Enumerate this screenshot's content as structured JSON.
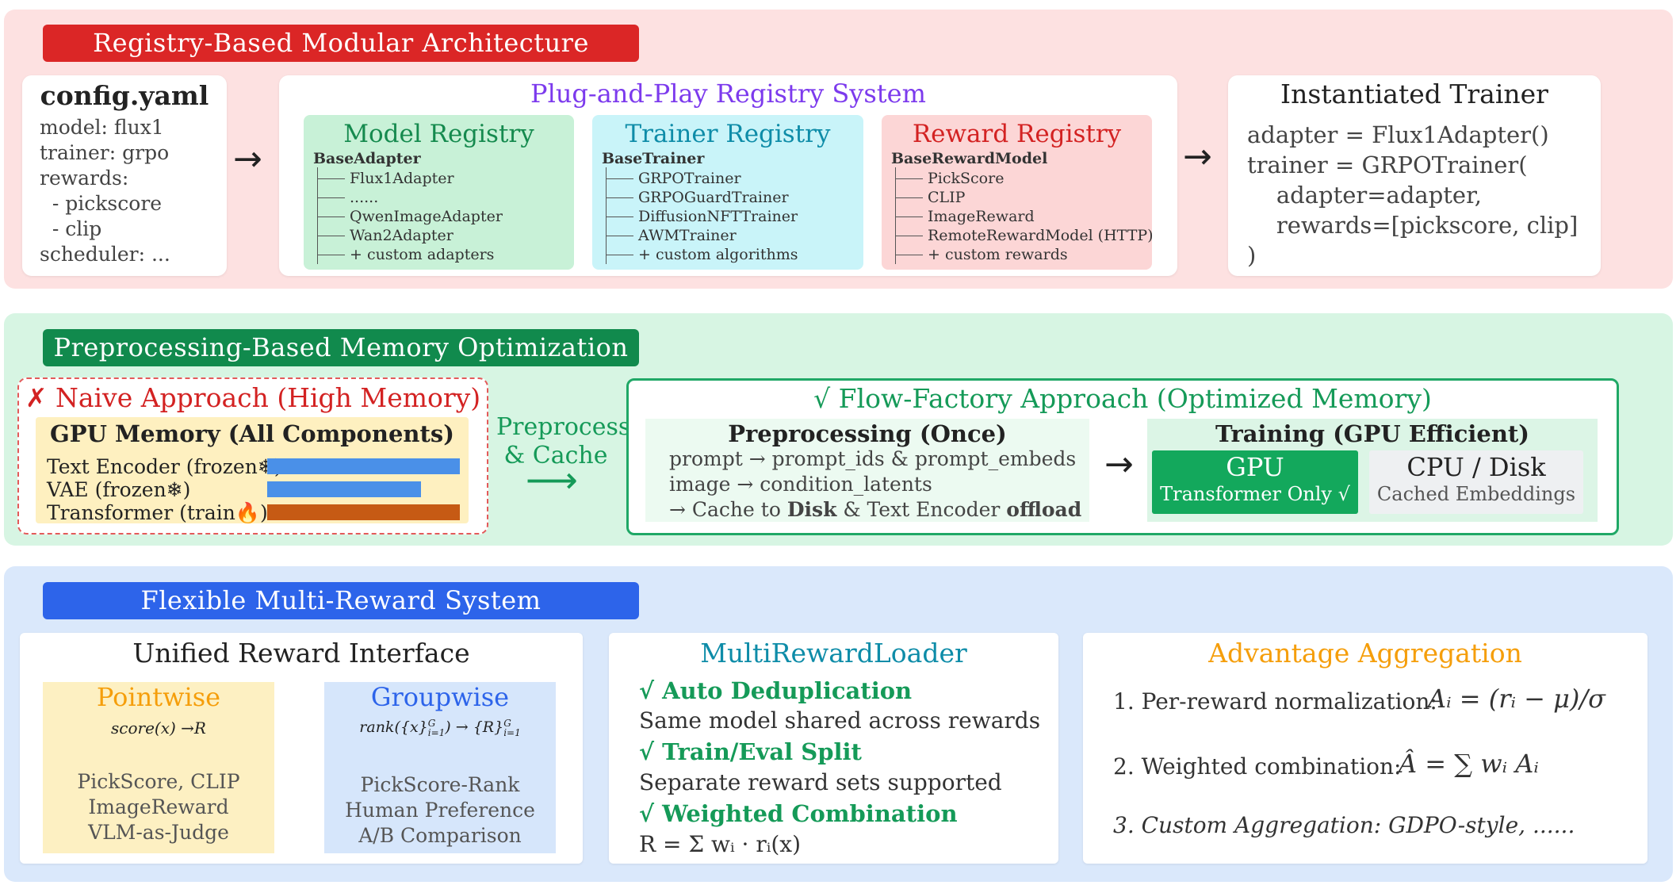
{
  "colors": {
    "red_band": "#fde1e1",
    "green_band": "#d7f5e3",
    "blue_band": "#dae8fb",
    "section_red": "#db2626",
    "section_green": "#118a4d",
    "section_blue": "#2d64ea",
    "purple": "#7c3aed",
    "teal": "#0e8ca8",
    "orange": "#f59e0b",
    "green_text": "#159a58",
    "red_text": "#d32222"
  },
  "section1": {
    "title": "Registry-Based Modular Architecture",
    "config": {
      "title": "config.yaml",
      "lines": [
        "model: flux1",
        "trainer: grpo",
        "rewards:",
        "  - pickscore",
        "  - clip",
        "scheduler: ..."
      ]
    },
    "arrow1": "→",
    "registry_system": {
      "title": "Plug-and-Play Registry System",
      "model": {
        "title": "Model Registry",
        "root": "BaseAdapter",
        "items": [
          "Flux1Adapter",
          "......",
          "QwenImageAdapter",
          "Wan2Adapter",
          "+ custom adapters"
        ]
      },
      "trainer": {
        "title": "Trainer Registry",
        "root": "BaseTrainer",
        "items": [
          "GRPOTrainer",
          "GRPOGuardTrainer",
          "DiffusionNFTTrainer",
          "AWMTrainer",
          "+ custom algorithms"
        ]
      },
      "reward": {
        "title": "Reward Registry",
        "root": "BaseRewardModel",
        "items": [
          "PickScore",
          "CLIP",
          "ImageReward",
          "RemoteRewardModel (HTTP)",
          "+ custom rewards"
        ]
      }
    },
    "arrow2": "→",
    "trainer_card": {
      "title": "Instantiated Trainer",
      "lines": [
        "adapter = Flux1Adapter()",
        "trainer = GRPOTrainer(",
        "    adapter=adapter,",
        "    rewards=[pickscore, clip]",
        ")"
      ]
    }
  },
  "section2": {
    "title": "Preprocessing-Based Memory Optimization",
    "naive": {
      "title": "✗ Naive Approach (High Memory)",
      "gpu_title": "GPU Memory (All Components)",
      "rows": [
        {
          "label": "Text Encoder (frozen❄)",
          "fill": 1.0,
          "color": "#4a90e8"
        },
        {
          "label": "VAE (frozen❄)",
          "fill": 0.8,
          "color": "#4a90e8"
        },
        {
          "label": "Transformer (train🔥)",
          "fill": 1.0,
          "color": "#c65a14"
        }
      ]
    },
    "preprocess_label": [
      "Preprocess",
      "& Cache"
    ],
    "preprocess_arrow": "⟶",
    "flow": {
      "title": "√ Flow-Factory Approach (Optimized Memory)",
      "pre_title": "Preprocessing (Once)",
      "pre_lines": [
        "prompt → prompt_ids & prompt_embeds",
        "image → condition_latents"
      ],
      "pre_last": {
        "a": "→ Cache to ",
        "b": "Disk",
        "c": " & Text Encoder ",
        "d": "offload"
      },
      "arrow": "→",
      "train_title": "Training (GPU Efficient)",
      "gpu": {
        "title": "GPU",
        "sub": "Transformer Only √"
      },
      "cpu": {
        "title": "CPU / Disk",
        "sub": "Cached Embeddings"
      }
    }
  },
  "section3": {
    "title": "Flexible Multi-Reward System",
    "unified": {
      "title": "Unified Reward Interface",
      "pointwise": {
        "title": "Pointwise",
        "formula": "score(x) →R",
        "items": [
          "PickScore, CLIP",
          "ImageReward",
          "VLM-as-Judge"
        ]
      },
      "groupwise": {
        "title": "Groupwise",
        "formula_a": "rank({x}",
        "formula_b": ") → {R}",
        "formula_sup": "G",
        "formula_sub": "i=1",
        "items": [
          "PickScore-Rank",
          "Human Preference",
          "A/B Comparison"
        ]
      }
    },
    "loader": {
      "title": "MultiRewardLoader",
      "features": [
        {
          "head": "√ Auto Deduplication",
          "body": "Same model shared across rewards"
        },
        {
          "head": "√ Train/Eval Split",
          "body": "Separate reward sets supported"
        },
        {
          "head": "√ Weighted Combination",
          "body": "R = Σ wᵢ · rᵢ(x)"
        }
      ]
    },
    "advantage": {
      "title": "Advantage Aggregation",
      "items": [
        {
          "text": "1. Per-reward normalization:",
          "formula": "Aᵢ = (rᵢ − μ)/σ"
        },
        {
          "text": "2. Weighted combination:",
          "formula": "Â = ∑ wᵢ Aᵢ"
        },
        {
          "text": "3. Custom Aggregation: GDPO-style, ......",
          "formula": ""
        }
      ]
    }
  }
}
